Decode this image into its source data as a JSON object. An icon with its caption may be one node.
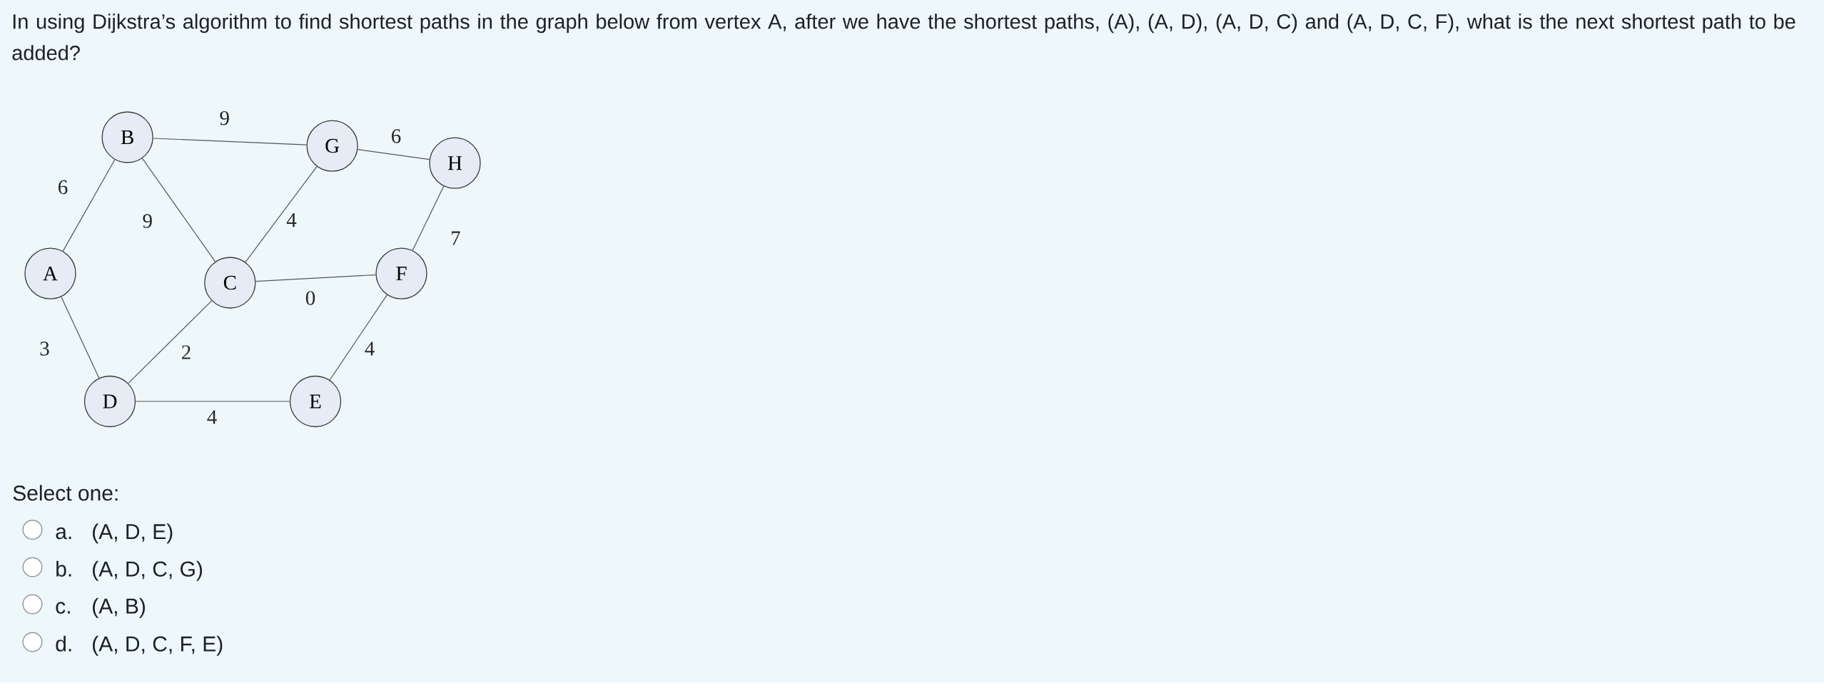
{
  "diagram": {
    "nodes": [
      {
        "text": [
          "B"
        ]
      },
      {
        "text": [
          "G"
        ]
      },
      {
        "text": [
          "H"
        ]
      },
      {
        "text": [
          "A"
        ]
      },
      {
        "text": [
          "C"
        ]
      },
      {
        "text": [
          "F"
        ]
      },
      {
        "text": [
          "D"
        ]
      },
      {
        "text": [
          "E"
        ]
      }
    ],
    "edges": [
      {
        "from": 3,
        "to": 0,
        "arrow": "none",
        "label": "6"
      },
      {
        "from": 0,
        "to": 1,
        "arrow": "none",
        "label": "9"
      },
      {
        "from": 1,
        "to": 2,
        "arrow": "none",
        "label": "6"
      },
      {
        "from": 0,
        "to": 4,
        "arrow": "none",
        "label": "9"
      },
      {
        "from": 4,
        "to": 1,
        "arrow": "none",
        "label": "4"
      },
      {
        "from": 2,
        "to": 5,
        "arrow": "none",
        "label": "7"
      },
      {
        "from": 4,
        "to": 5,
        "arrow": "none",
        "label": "0"
      },
      {
        "from": 3,
        "to": 6,
        "arrow": "none",
        "label": "3"
      },
      {
        "from": 6,
        "to": 4,
        "arrow": "none",
        "label": "2"
      },
      {
        "from": 5,
        "to": 7,
        "arrow": "none",
        "label": "4"
      },
      {
        "from": 6,
        "to": 7,
        "arrow": "none",
        "label": "4"
      }
    ],
    "labels": [
      "In using Dijkstra’s algorithm to find shortest paths in the graph below from vertex A, after we have the shortest paths, (A), (A, D), (A, D, C) and (A, D, C, F), what is the next shortest path to be added?",
      "Select one:",
      "a.",
      "(A, D, E)",
      "b.",
      "(A, D, C, G)",
      "c.",
      "(A, B)",
      "d.",
      "(A, D, C, F, E)"
    ]
  }
}
